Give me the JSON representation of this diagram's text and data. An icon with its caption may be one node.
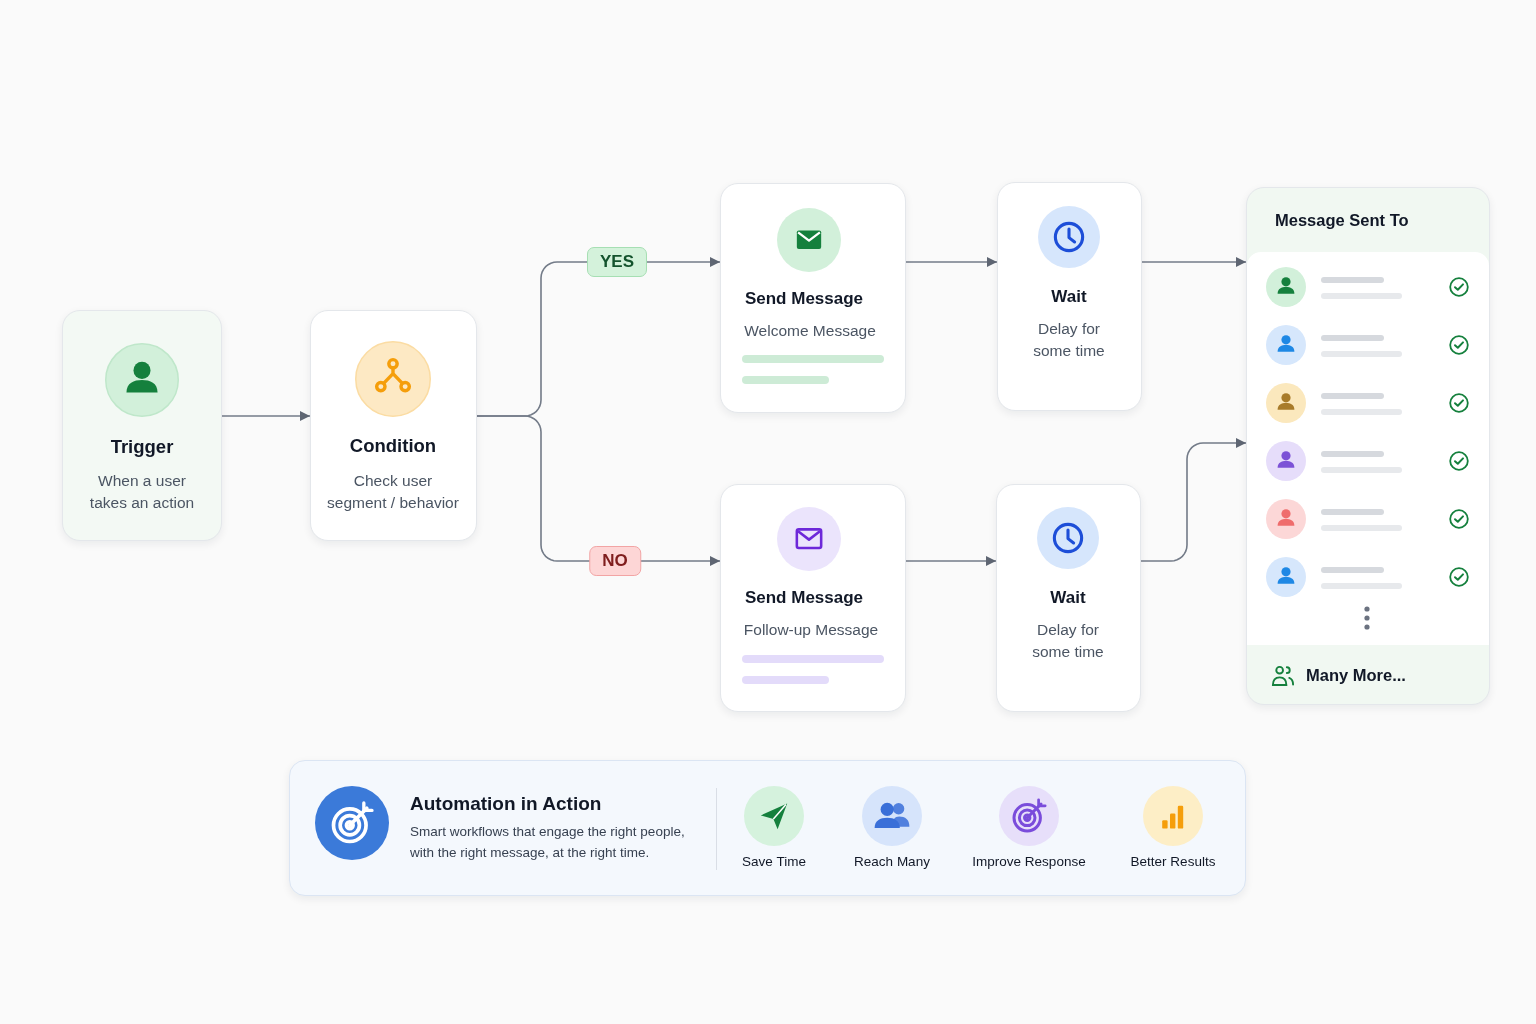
{
  "diagram": {
    "nodes": [
      {
        "text": [
          "Trigger",
          "When a user takes an action"
        ]
      },
      {
        "text": [
          "Condition",
          "Check user segment / behavior"
        ]
      },
      {
        "text": [
          "Send Message",
          "Welcome Message"
        ]
      },
      {
        "text": [
          "Wait",
          "Delay for some time"
        ]
      },
      {
        "text": [
          "Send Message",
          "Follow-up Message"
        ]
      },
      {
        "text": [
          "Wait",
          "Delay for some time"
        ]
      },
      {
        "text": [
          "Message Sent To",
          "Many More..."
        ]
      },
      {
        "text": [
          "Automation in Action",
          "Smart workflows that engage the right people, with the right message, at the right time."
        ]
      }
    ],
    "edges": [
      {
        "from": 0,
        "to": 1,
        "arrow": "to"
      },
      {
        "from": 1,
        "to": 2,
        "label": "YES",
        "arrow": "to"
      },
      {
        "from": 1,
        "to": 4,
        "label": "NO",
        "arrow": "to"
      },
      {
        "from": 2,
        "to": 3,
        "arrow": "to"
      },
      {
        "from": 4,
        "to": 5,
        "arrow": "to"
      },
      {
        "from": 3,
        "to": 6,
        "arrow": "to"
      },
      {
        "from": 5,
        "to": 6,
        "arrow": "to"
      }
    ],
    "labels": [
      "Save Time",
      "Reach Many",
      "Improve Response",
      "Better Results"
    ]
  }
}
